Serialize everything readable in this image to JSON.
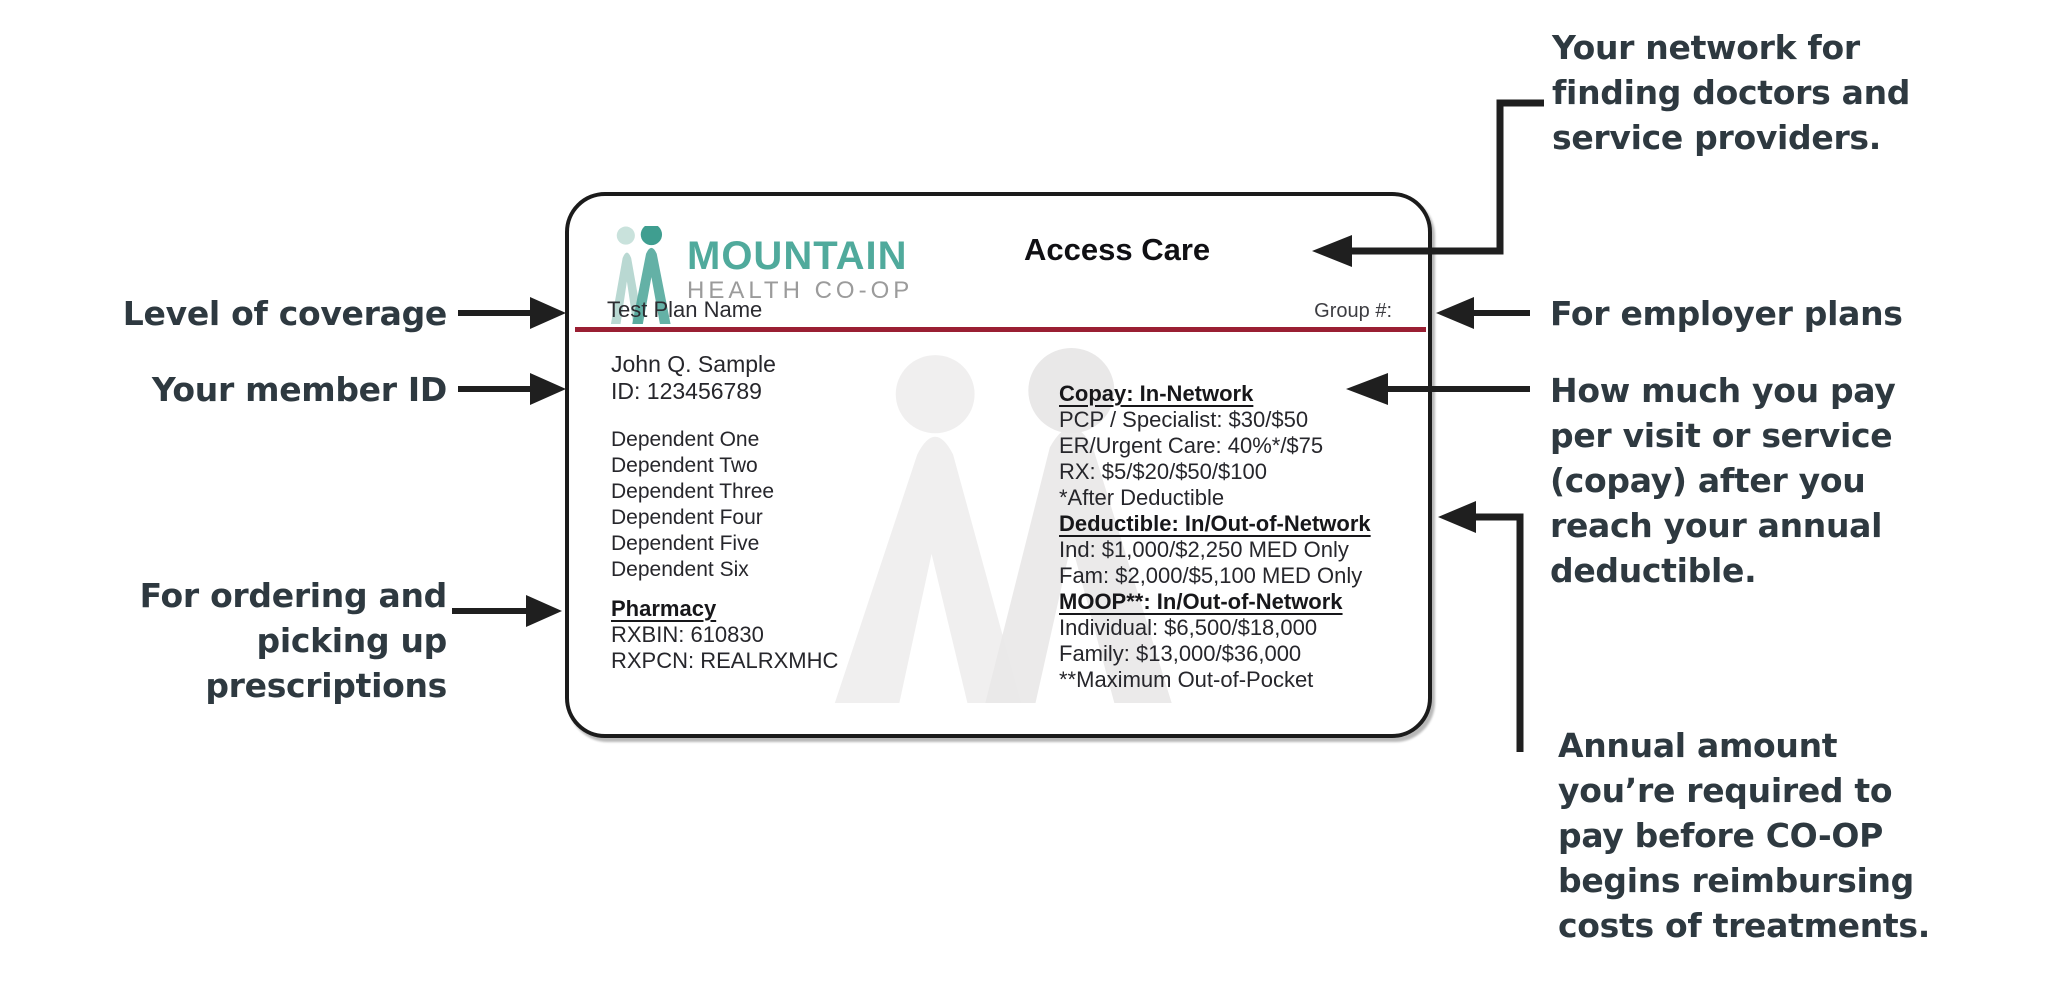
{
  "colors": {
    "accent_maroon": "#9a1f33",
    "brand_teal": "#50aa9c",
    "brand_teal_dark": "#3f9e90",
    "brand_teal_light": "#bcdcd6",
    "brand_gray": "#9b9b9b",
    "card_ink": "#26262b",
    "annotation_ink": "#2e3940",
    "connector_black": "#1f1f1f",
    "watermark_gray": "#efeeee"
  },
  "card": {
    "brand": {
      "word_primary": "MOUNTAIN",
      "word_secondary": "HEALTH CO-OP"
    },
    "plan_name": "Test Plan Name",
    "network_name": "Access Care",
    "group_label": "Group #:",
    "member_name": "John Q. Sample",
    "member_id": "ID: 123456789",
    "dependents": [
      "Dependent One",
      "Dependent Two",
      "Dependent Three",
      "Dependent Four",
      "Dependent Five",
      "Dependent Six"
    ],
    "pharmacy": {
      "heading": "Pharmacy",
      "lines": [
        "RXBIN: 610830",
        "RXPCN: REALRXMHC"
      ]
    },
    "benefits": [
      {
        "heading": "Copay: In-Network",
        "lines": [
          "PCP / Specialist: $30/$50",
          "ER/Urgent Care: 40%*/$75",
          "RX: $5/$20/$50/$100",
          "*After Deductible"
        ]
      },
      {
        "heading": "Deductible: In/Out-of-Network",
        "lines": [
          "Ind: $1,000/$2,250 MED Only",
          "Fam: $2,000/$5,100 MED Only"
        ]
      },
      {
        "heading": "MOOP**: In/Out-of-Network",
        "lines": [
          "Individual: $6,500/$18,000",
          "Family: $13,000/$36,000",
          "**Maximum Out-of-Pocket"
        ]
      }
    ]
  },
  "annotations": {
    "level_of_coverage": "Level of coverage",
    "member_id": "Your member ID",
    "pharmacy_note": {
      "lines": [
        "For ordering and",
        "picking up",
        "prescriptions"
      ]
    },
    "network_note": {
      "lines": [
        "Your network for",
        "finding doctors and",
        "service providers."
      ]
    },
    "employer_note": "For employer plans",
    "copay_note": {
      "lines": [
        "How much you pay",
        "per visit or service",
        "(copay) after you",
        "reach your annual",
        "deductible."
      ]
    },
    "deductible_note": {
      "lines": [
        "Annual amount",
        "you’re required to",
        "pay before CO-OP",
        "begins reimbursing",
        "costs of treatments."
      ]
    }
  }
}
